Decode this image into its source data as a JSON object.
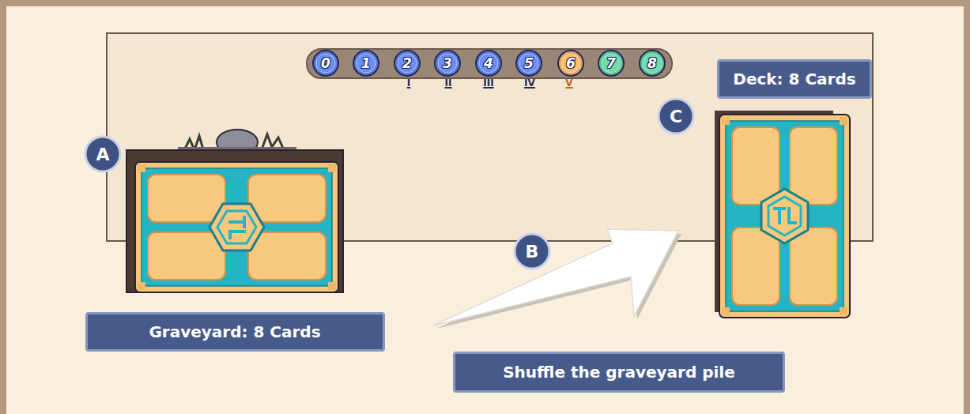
{
  "diagram": {
    "nodes": [
      {
        "text": [
          "0"
        ]
      },
      {
        "text": [
          "1"
        ]
      },
      {
        "text": [
          "2"
        ]
      },
      {
        "text": [
          "3"
        ]
      },
      {
        "text": [
          "4"
        ]
      },
      {
        "text": [
          "5"
        ]
      },
      {
        "text": [
          "6"
        ]
      },
      {
        "text": [
          "7"
        ]
      },
      {
        "text": [
          "8"
        ]
      },
      {
        "text": [
          "Deck: 8 Cards"
        ]
      },
      {
        "text": [
          "C"
        ]
      },
      {
        "text": [
          "A"
        ]
      },
      {
        "text": [
          "B"
        ]
      },
      {
        "text": [
          "Graveyard: 8 Cards"
        ]
      },
      {
        "text": [
          "Shuffle the graveyard pile"
        ]
      }
    ],
    "labels": [
      "I",
      "II",
      "III",
      "IV",
      "V"
    ]
  }
}
